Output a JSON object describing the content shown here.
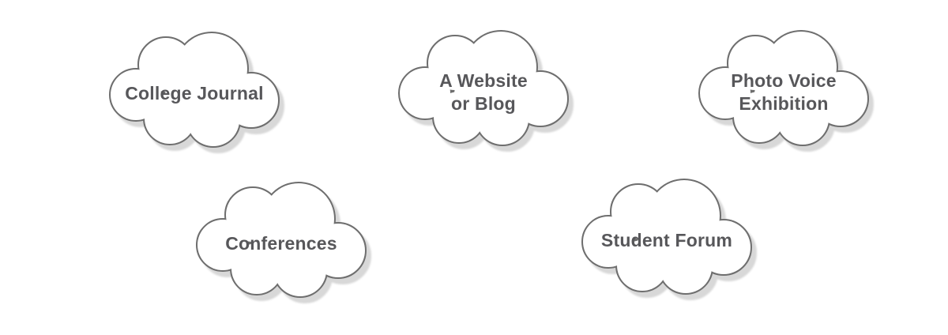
{
  "styles": {
    "background": "#ffffff",
    "cloud_fill": "#ffffff",
    "cloud_stroke": "#6e6e6e",
    "shadow_color": "#d8d8d8",
    "text_color": "#57575a"
  },
  "clouds": [
    {
      "id": "college-journal",
      "lines": [
        "College Journal"
      ]
    },
    {
      "id": "website-or-blog",
      "lines": [
        "A Website",
        "or Blog"
      ]
    },
    {
      "id": "photo-voice-exhibition",
      "lines": [
        "Photo Voice",
        "Exhibition"
      ]
    },
    {
      "id": "conferences",
      "lines": [
        "Conferences"
      ]
    },
    {
      "id": "student-forum",
      "lines": [
        "Student Forum"
      ]
    }
  ]
}
